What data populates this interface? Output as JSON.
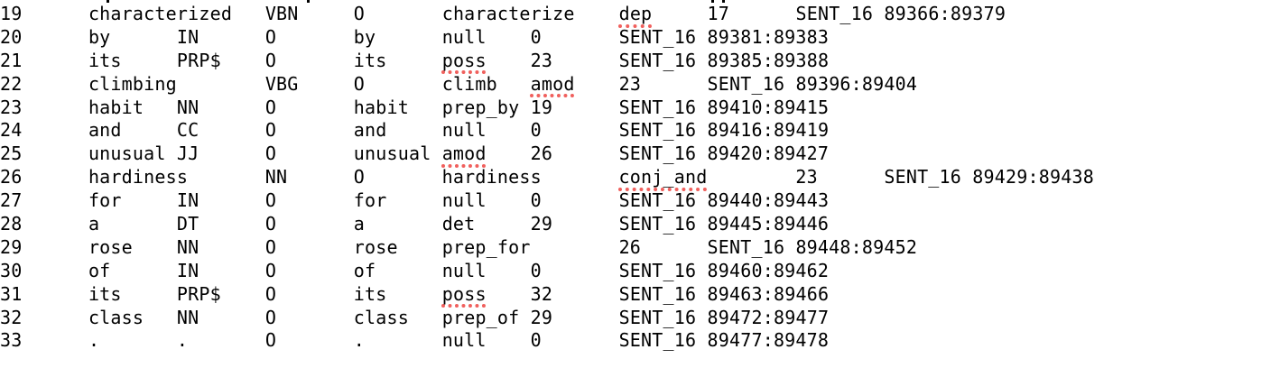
{
  "editor": {
    "squiggle_color": "#f0605d",
    "lines": [
      [
        "19",
        "characterized",
        "VBN",
        "O",
        "characterize",
        "dep",
        "17",
        "SENT_16",
        "89366:89379"
      ],
      [
        "20",
        "by",
        "IN",
        "O",
        "by",
        "null",
        "0",
        "SENT_16",
        "89381:89383"
      ],
      [
        "21",
        "its",
        "PRP$",
        "O",
        "its",
        "poss",
        "23",
        "SENT_16",
        "89385:89388"
      ],
      [
        "22",
        "climbing",
        "VBG",
        "O",
        "climb",
        "amod",
        "23",
        "SENT_16",
        "89396:89404"
      ],
      [
        "23",
        "habit",
        "NN",
        "O",
        "habit",
        "prep_by",
        "19",
        "SENT_16",
        "89410:89415"
      ],
      [
        "24",
        "and",
        "CC",
        "O",
        "and",
        "null",
        "0",
        "SENT_16",
        "89416:89419"
      ],
      [
        "25",
        "unusual",
        "JJ",
        "O",
        "unusual",
        "amod",
        "26",
        "SENT_16",
        "89420:89427"
      ],
      [
        "26",
        "hardiness",
        "NN",
        "O",
        "hardiness",
        "conj_and",
        "23",
        "SENT_16",
        "89429:89438"
      ],
      [
        "27",
        "for",
        "IN",
        "O",
        "for",
        "null",
        "0",
        "SENT_16",
        "89440:89443"
      ],
      [
        "28",
        "a",
        "DT",
        "O",
        "a",
        "det",
        "29",
        "SENT_16",
        "89445:89446"
      ],
      [
        "29",
        "rose",
        "NN",
        "O",
        "rose",
        "prep_for",
        "26",
        "SENT_16",
        "89448:89452"
      ],
      [
        "30",
        "of",
        "IN",
        "O",
        "of",
        "null",
        "0",
        "SENT_16",
        "89460:89462"
      ],
      [
        "31",
        "its",
        "PRP$",
        "O",
        "its",
        "poss",
        "32",
        "SENT_16",
        "89463:89466"
      ],
      [
        "32",
        "class",
        "NN",
        "O",
        "class",
        "prep_of",
        "29",
        "SENT_16",
        "89472:89477"
      ],
      [
        "33",
        ".",
        ".",
        "O",
        ".",
        "null",
        "0",
        "SENT_16",
        "89477:89478"
      ]
    ],
    "flagged_relations": [
      "dep",
      "poss",
      "amod",
      "conj_and"
    ]
  }
}
